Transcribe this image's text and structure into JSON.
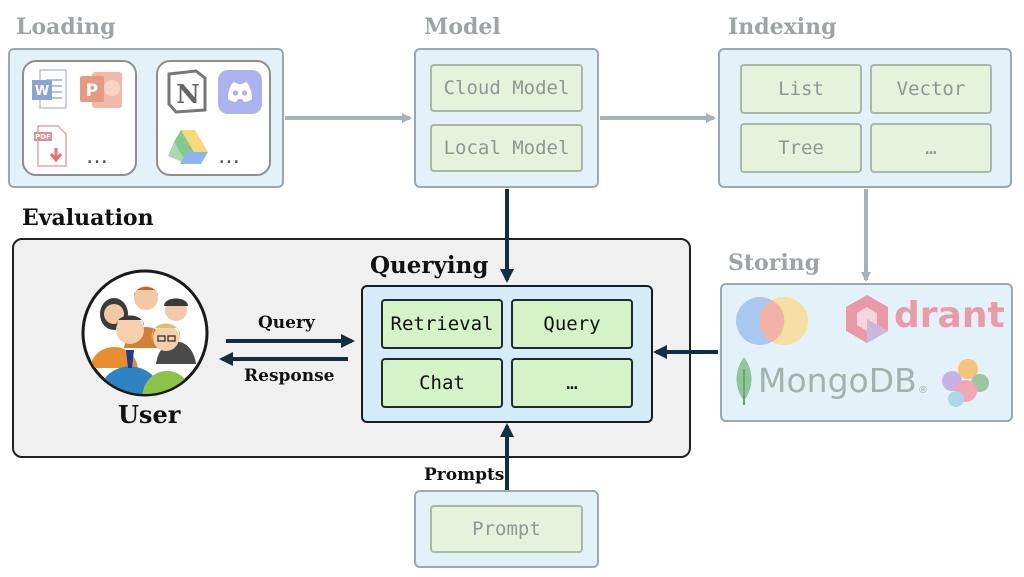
{
  "sections": {
    "loading": "Loading",
    "model": "Model",
    "indexing": "Indexing",
    "storing": "Storing",
    "evaluation": "Evaluation",
    "querying": "Querying"
  },
  "model_items": [
    "Cloud Model",
    "Local Model"
  ],
  "indexing_items": [
    "List",
    "Vector",
    "Tree",
    "…"
  ],
  "querying_items": [
    "Retrieval",
    "Query",
    "Chat",
    "…"
  ],
  "loading": {
    "doc_icons": [
      "word-icon",
      "powerpoint-icon",
      "pdf-icon"
    ],
    "app_icons": [
      "notion-icon",
      "discord-icon",
      "google-drive-icon"
    ],
    "more": "…"
  },
  "storing": {
    "mongodb_text": "MongoDB",
    "qdrant_text": "drant",
    "registered_mark": "®"
  },
  "user": {
    "label": "User"
  },
  "arrows": {
    "query": "Query",
    "response": "Response",
    "prompts": "Prompts"
  },
  "prompt_box": {
    "label": "Prompt"
  },
  "colors": {
    "faded_panel": "#e3f1f8",
    "faded_cell": "#e6f3dc",
    "query_panel": "#d3ecf8",
    "query_cell": "#d4f3c6",
    "dark_arrow": "#11303f",
    "grey_arrow": "#a5b2b8",
    "evaluation_bg": "#f0f0f0"
  }
}
